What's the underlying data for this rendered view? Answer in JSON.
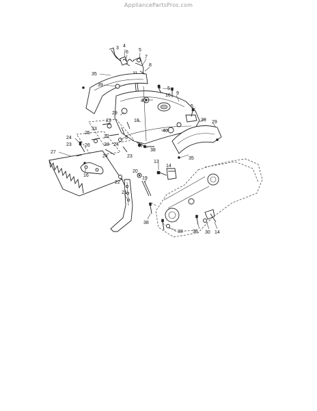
{
  "watermark": "AppliancePartsPros.com",
  "callouts": [
    {
      "id": "c3",
      "text": "3"
    },
    {
      "id": "c4",
      "text": "4"
    },
    {
      "id": "c6",
      "text": "6"
    },
    {
      "id": "c5a",
      "text": "5"
    },
    {
      "id": "c7",
      "text": "7"
    },
    {
      "id": "c8",
      "text": "8"
    },
    {
      "id": "c35a",
      "text": "35"
    },
    {
      "id": "c39a",
      "text": "39"
    },
    {
      "id": "c1",
      "text": "1"
    },
    {
      "id": "c5b",
      "text": "5"
    },
    {
      "id": "c9",
      "text": "9"
    },
    {
      "id": "c16a",
      "text": "16"
    },
    {
      "id": "c40a",
      "text": "40"
    },
    {
      "id": "c29a",
      "text": "29"
    },
    {
      "id": "c18",
      "text": "18"
    },
    {
      "id": "c5c",
      "text": "5"
    },
    {
      "id": "c39b",
      "text": "39"
    },
    {
      "id": "c29b",
      "text": "29"
    },
    {
      "id": "c40b",
      "text": "40"
    },
    {
      "id": "c35b",
      "text": "35"
    },
    {
      "id": "c23a",
      "text": "23"
    },
    {
      "id": "c33",
      "text": "33"
    },
    {
      "id": "c25",
      "text": "25"
    },
    {
      "id": "c32",
      "text": "32"
    },
    {
      "id": "c5d",
      "text": "5"
    },
    {
      "id": "c24a",
      "text": "24"
    },
    {
      "id": "c23b",
      "text": "23"
    },
    {
      "id": "c26",
      "text": "26"
    },
    {
      "id": "c28",
      "text": "28"
    },
    {
      "id": "c24b",
      "text": "24"
    },
    {
      "id": "c24c",
      "text": "24"
    },
    {
      "id": "c38a",
      "text": "38"
    },
    {
      "id": "c23c",
      "text": "23"
    },
    {
      "id": "c27",
      "text": "27"
    },
    {
      "id": "c16b",
      "text": "16"
    },
    {
      "id": "c13",
      "text": "13"
    },
    {
      "id": "c14a",
      "text": "14"
    },
    {
      "id": "c20",
      "text": "20"
    },
    {
      "id": "c22",
      "text": "22"
    },
    {
      "id": "c19",
      "text": "19"
    },
    {
      "id": "c21",
      "text": "21"
    },
    {
      "id": "c38b",
      "text": "38"
    },
    {
      "id": "c38c",
      "text": "38"
    },
    {
      "id": "c38d",
      "text": "38"
    },
    {
      "id": "c30",
      "text": "30"
    },
    {
      "id": "c14b",
      "text": "14"
    }
  ]
}
